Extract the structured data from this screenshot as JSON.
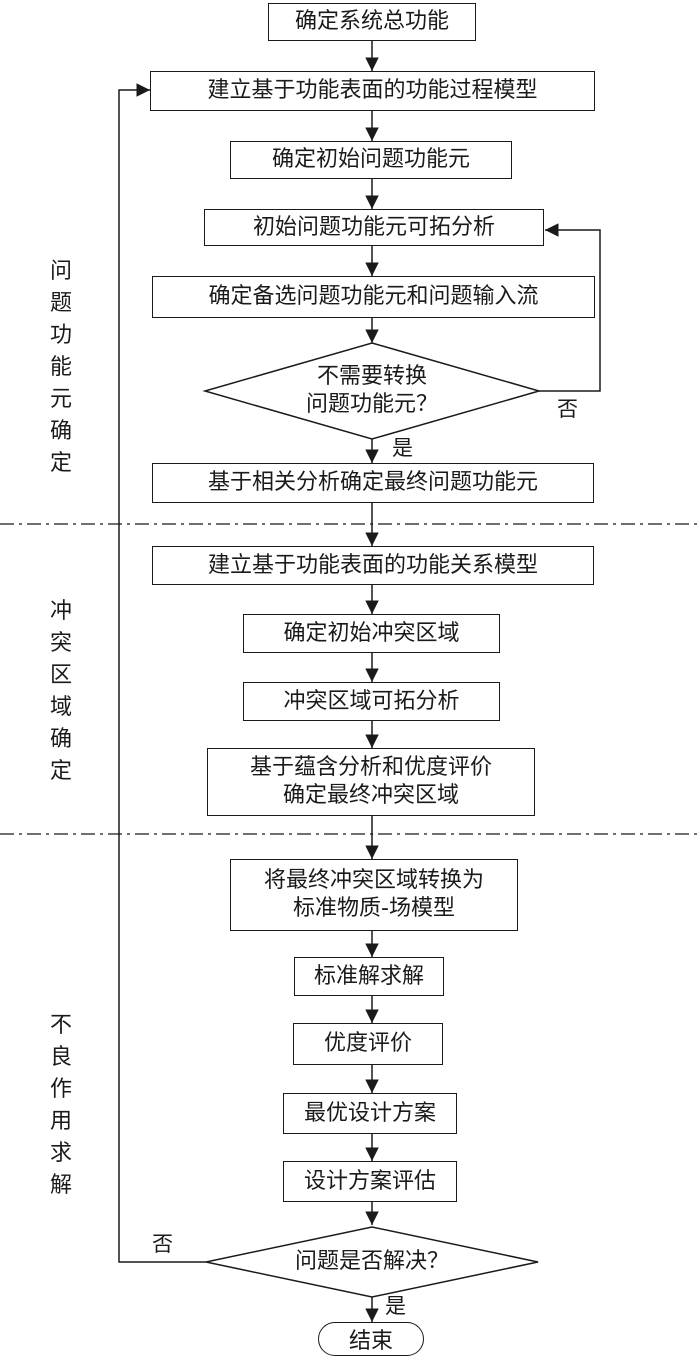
{
  "nodes": {
    "start": "确定系统总功能",
    "model_process": "建立基于功能表面的功能过程模型",
    "initial_problem": "确定初始问题功能元",
    "extension_analysis": "初始问题功能元可拓分析",
    "candidate": "确定备选问题功能元和问题输入流",
    "decision1": "不需要转换\n问题功能元？",
    "final_problem": "基于相关分析确定最终问题功能元",
    "model_relation": "建立基于功能表面的功能关系模型",
    "initial_conflict": "确定初始冲突区域",
    "conflict_analysis": "冲突区域可拓分析",
    "final_conflict": "基于蕴含分析和优度评价\n确定最终冲突区域",
    "convert": "将最终冲突区域转换为\n标准物质-场模型",
    "standard_solve": "标准解求解",
    "evaluation": "优度评价",
    "optimal": "最优设计方案",
    "assess": "设计方案评估",
    "decision2": "问题是否解决？",
    "end": "结束"
  },
  "edge_labels": {
    "d1_no": "否",
    "d1_yes": "是",
    "d2_no": "否",
    "d2_yes": "是"
  },
  "sections": {
    "s1": "问题功能元确定",
    "s2": "冲突区域确定",
    "s3": "不良作用求解"
  }
}
